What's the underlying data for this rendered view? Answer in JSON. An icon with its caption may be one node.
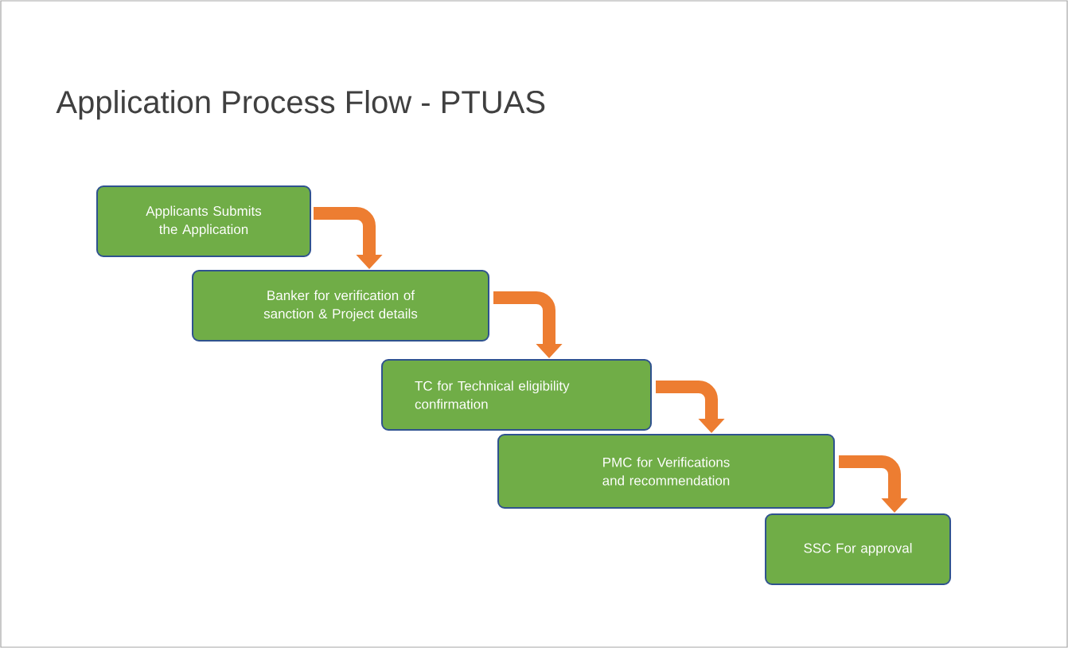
{
  "diagram": {
    "title": "Application Process Flow - PTUAS",
    "nodes": [
      {
        "text": [
          "Applicants Submits the Application"
        ]
      },
      {
        "text": [
          "Banker for verification of sanction & Project details"
        ]
      },
      {
        "text": [
          "TC for Technical eligibility confirmation"
        ]
      },
      {
        "text": [
          "PMC for Verifications and recommendation"
        ]
      },
      {
        "text": [
          "SSC For approval"
        ]
      }
    ],
    "edges": [
      {
        "from": 0,
        "to": 1,
        "arrow": "to"
      },
      {
        "from": 1,
        "to": 2,
        "arrow": "to"
      },
      {
        "from": 2,
        "to": 3,
        "arrow": "to"
      },
      {
        "from": 3,
        "to": 4,
        "arrow": "to"
      }
    ]
  }
}
